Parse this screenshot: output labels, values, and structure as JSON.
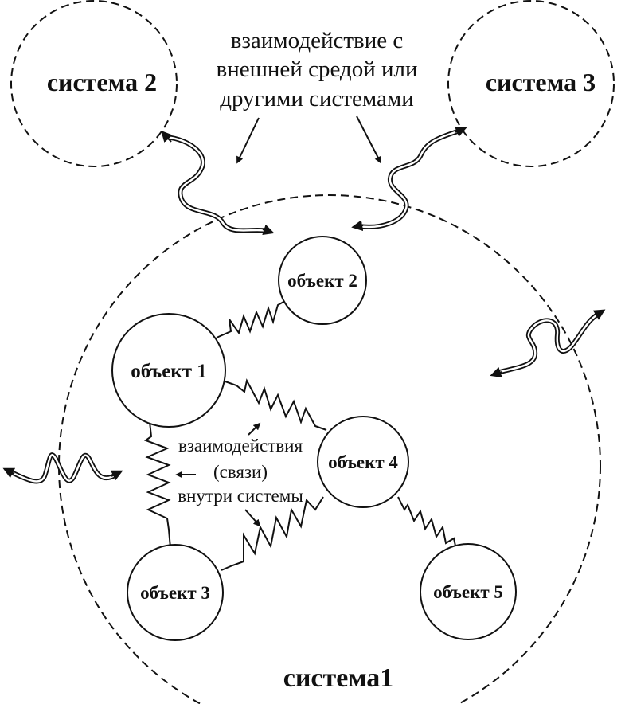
{
  "diagram": {
    "external_label": [
      "взаимодействие с",
      "внешней средой или",
      "другими системами"
    ],
    "internal_label": [
      "взаимодействия",
      "(связи)",
      "внутри системы"
    ],
    "systems": {
      "main": "система1",
      "second": "система 2",
      "third": "система 3"
    },
    "objects": {
      "o1": "объект 1",
      "o2": "объект 2",
      "o3": "объект 3",
      "o4": "объект 4",
      "o5": "объект 5"
    }
  }
}
